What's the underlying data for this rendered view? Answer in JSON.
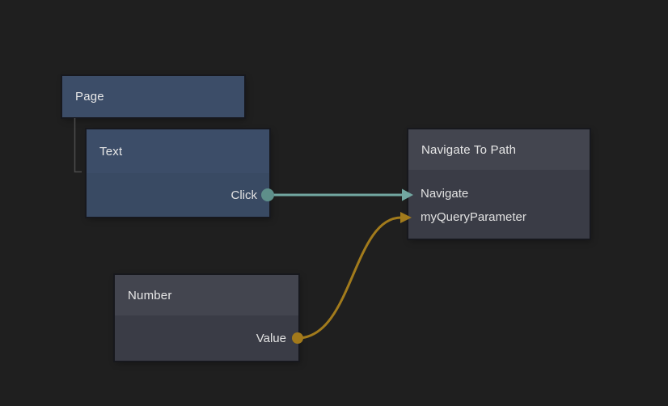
{
  "editor": {
    "type": "node-graph-editor",
    "background": "#1f1f1f"
  },
  "colors": {
    "visual_node_header": "#3c4d68",
    "visual_node_body": "#394a63",
    "logic_node_header": "#43454f",
    "logic_node_body": "#3a3c46",
    "signal_connection": "#72a7a1",
    "signal_port": "#5e8f8a",
    "data_connection": "#a27b1c",
    "data_port": "#a2791b",
    "hierarchy_line": "#4b4b4b",
    "label_text": "#e6e6e6"
  },
  "nodes": {
    "page": {
      "title": "Page",
      "type": "visual"
    },
    "text": {
      "title": "Text",
      "type": "visual",
      "parent": "Page",
      "outputs": [
        {
          "label": "Click",
          "kind": "signal"
        }
      ]
    },
    "number": {
      "title": "Number",
      "type": "logic",
      "outputs": [
        {
          "label": "Value",
          "kind": "data"
        }
      ]
    },
    "navigate_to_path": {
      "title": "Navigate To Path",
      "type": "logic",
      "inputs": [
        {
          "label": "Navigate",
          "kind": "signal"
        },
        {
          "label": "myQueryParameter",
          "kind": "data"
        }
      ]
    }
  },
  "connections": [
    {
      "from": "Text.Click",
      "to": "Navigate To Path.Navigate",
      "kind": "signal"
    },
    {
      "from": "Number.Value",
      "to": "Navigate To Path.myQueryParameter",
      "kind": "data"
    }
  ]
}
